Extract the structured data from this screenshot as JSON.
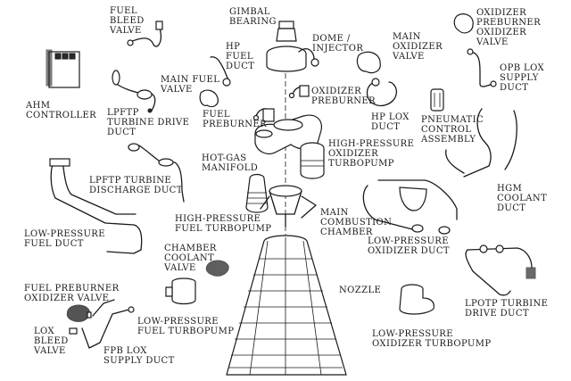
{
  "diagram": {
    "subject": "Rocket engine exploded view",
    "center_axis": "main engine stack (gimbal bearing to nozzle)",
    "components": [
      {
        "id": "fuel-bleed-valve",
        "label": "FUEL\nBLEED\nVALVE"
      },
      {
        "id": "gimbal-bearing",
        "label": "GIMBAL\nBEARING"
      },
      {
        "id": "oxidizer-preburner-oxidizer-valve",
        "label": "OXIDIZER\nPREBURNER\nOXIDIZER\nVALVE"
      },
      {
        "id": "dome-injector",
        "label": "DOME /\nINJECTOR"
      },
      {
        "id": "hp-fuel-duct",
        "label": "HP\nFUEL\nDUCT"
      },
      {
        "id": "main-oxidizer-valve",
        "label": "MAIN\nOXIDIZER\nVALVE"
      },
      {
        "id": "opb-lox-supply-duct",
        "label": "OPB LOX\nSUPPLY\nDUCT"
      },
      {
        "id": "ahm-controller",
        "label": "AHM\nCONTROLLER"
      },
      {
        "id": "main-fuel-valve",
        "label": "MAIN FUEL\nVALVE"
      },
      {
        "id": "lpftp-turbine-drive-duct",
        "label": "LPFTP\nTURBINE DRIVE\nDUCT"
      },
      {
        "id": "oxidizer-preburner",
        "label": "OXIDIZER\nPREBURNER"
      },
      {
        "id": "fuel-preburner",
        "label": "FUEL\nPREBURNER"
      },
      {
        "id": "hp-lox-duct",
        "label": "HP LOX\nDUCT"
      },
      {
        "id": "pneumatic-control-assembly",
        "label": "PNEUMATIC\nCONTROL\nASSEMBLY"
      },
      {
        "id": "hot-gas-manifold",
        "label": "HOT-GAS\nMANIFOLD"
      },
      {
        "id": "high-pressure-oxidizer-turbopump",
        "label": "HIGH-PRESSURE\nOXIDIZER\nTURBOPUMP"
      },
      {
        "id": "lpftp-turbine-discharge-duct",
        "label": "LPFTP TURBINE\nDISCHARGE DUCT"
      },
      {
        "id": "hgm-coolant-duct",
        "label": "HGM\nCOOLANT\nDUCT"
      },
      {
        "id": "high-pressure-fuel-turbopump",
        "label": "HIGH-PRESSURE\nFUEL TURBOPUMP"
      },
      {
        "id": "main-combustion-chamber",
        "label": "MAIN\nCOMBUSTION\nCHAMBER"
      },
      {
        "id": "low-pressure-fuel-duct",
        "label": "LOW-PRESSURE\nFUEL DUCT"
      },
      {
        "id": "low-pressure-oxidizer-duct",
        "label": "LOW-PRESSURE\nOXIDIZER DUCT"
      },
      {
        "id": "chamber-coolant-valve",
        "label": "CHAMBER\nCOOLANT\nVALVE"
      },
      {
        "id": "nozzle",
        "label": "NOZZLE"
      },
      {
        "id": "lpotp-turbine-drive-duct",
        "label": "LPOTP TURBINE\nDRIVE DUCT"
      },
      {
        "id": "fuel-preburner-oxidizer-valve",
        "label": "FUEL PREBURNER\nOXIDIZER VALVE"
      },
      {
        "id": "low-pressure-fuel-turbopump",
        "label": "LOW-PRESSURE\nFUEL TURBOPUMP"
      },
      {
        "id": "lox-bleed-valve",
        "label": "LOX\nBLEED\nVALVE"
      },
      {
        "id": "fpb-lox-supply-duct",
        "label": "FPB LOX\nSUPPLY DUCT"
      },
      {
        "id": "low-pressure-oxidizer-turbopump",
        "label": "LOW-PRESSURE\nOXIDIZER TURBOPUMP"
      }
    ]
  }
}
